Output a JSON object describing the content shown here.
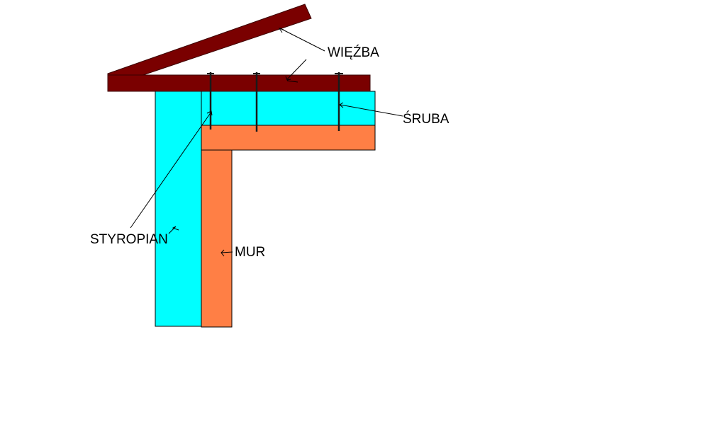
{
  "labels": {
    "wiezba": "WIĘŹBA",
    "sruba": "ŚRUBA",
    "styropian": "STYROPIAN",
    "mur": "MUR"
  },
  "colors": {
    "rafter": "#7a0000",
    "insulation": "#00ffff",
    "wall": "#ff7f45",
    "outline": "#000000",
    "screw": "#1a1a1a",
    "background": "#ffffff"
  }
}
